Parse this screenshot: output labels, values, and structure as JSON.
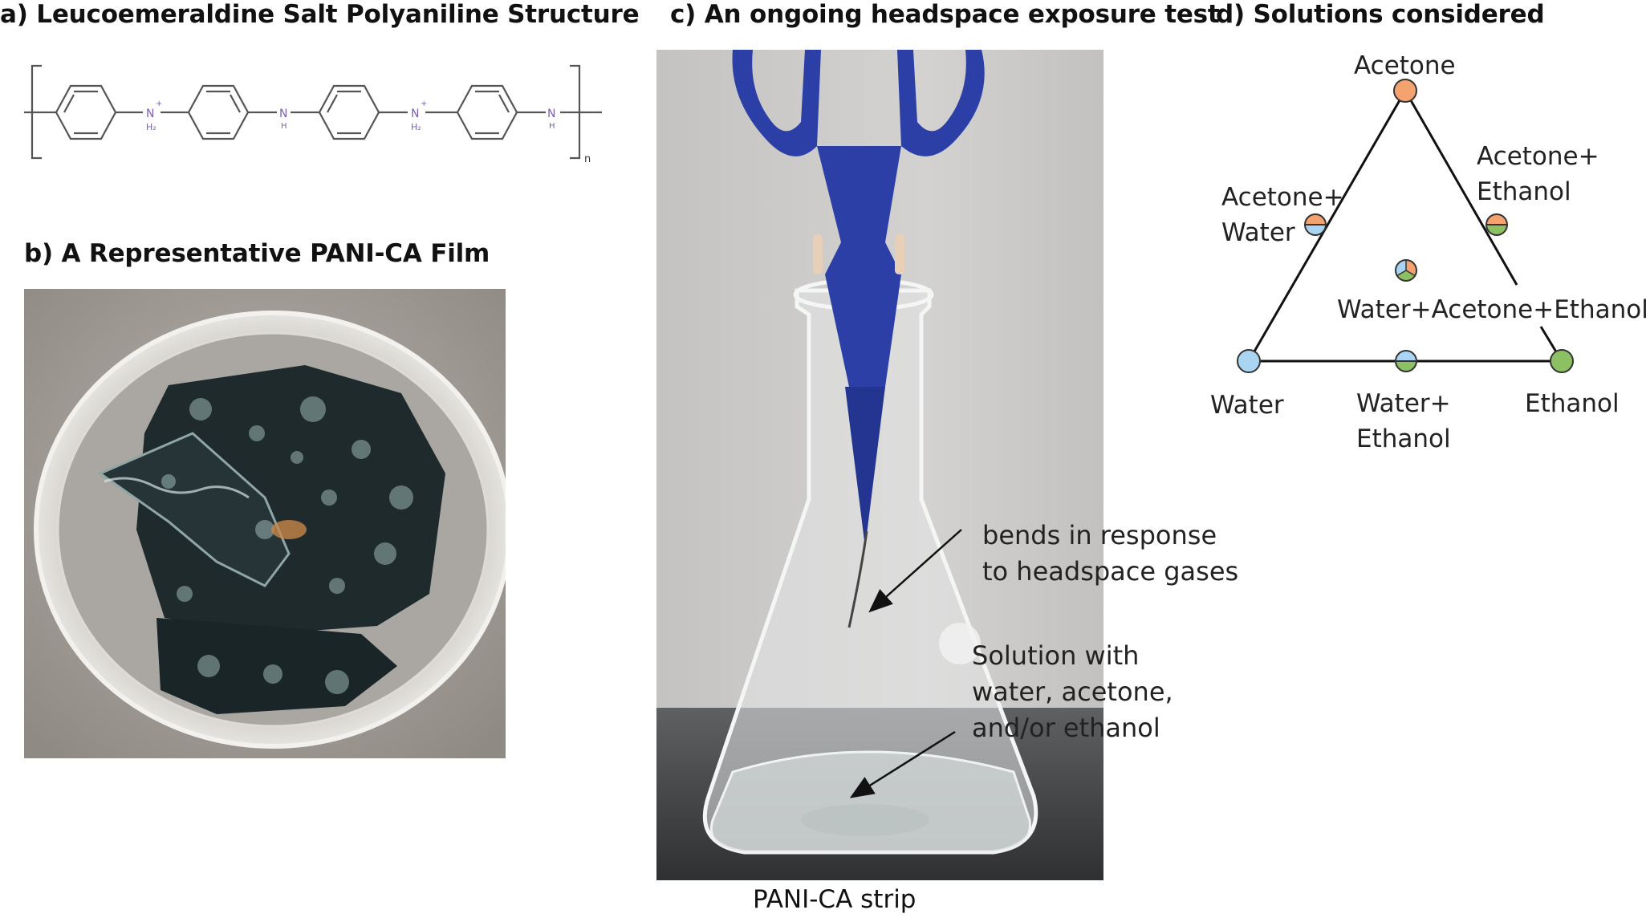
{
  "panels": {
    "a": {
      "title": "a) Leucoemeraldine Salt Polyaniline Structure"
    },
    "b": {
      "title": "b) A Representative PANI-CA Film"
    },
    "c": {
      "title": "c) An ongoing headspace exposure test",
      "annotation_bends_line1": "bends in response",
      "annotation_bends_line2": "to headspace gases",
      "annotation_solution_line1": "Solution with",
      "annotation_solution_line2": "water, acetone,",
      "annotation_solution_line3": "and/or ethanol",
      "strip_label": "PANI-CA strip"
    },
    "d": {
      "title": "d) Solutions considered",
      "acetone": "Acetone",
      "acetone_ethanol_line1": "Acetone+",
      "acetone_ethanol_line2": "Ethanol",
      "acetone_water_line1": "Acetone+",
      "acetone_water_line2": "Water",
      "mixture_all": "Water+Acetone+Ethanol",
      "water": "Water",
      "water_ethanol_line1": "Water+",
      "water_ethanol_line2": "Ethanol",
      "ethanol": "Ethanol"
    }
  },
  "structure": {
    "amine_charged": "N",
    "h_charged": "H₂",
    "amine_neutral": "N",
    "h_neutral": "H",
    "repeat_subscript": "n",
    "plus_sign": "+"
  },
  "colors": {
    "acetone": "#f4a26f",
    "water": "#a9d4f2",
    "ethanol": "#8cc063",
    "structure_line": "#555555",
    "nitrogen": "#7a5fb0",
    "scissor_blue": "#2b3fa6"
  }
}
